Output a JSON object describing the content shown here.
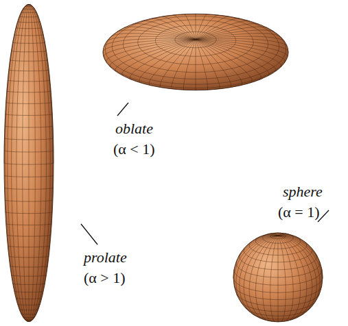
{
  "diagram": {
    "labels": [
      "oblate",
      "(α < 1)",
      "prolate",
      "(α > 1)",
      "sphere",
      "(α = 1)"
    ]
  }
}
